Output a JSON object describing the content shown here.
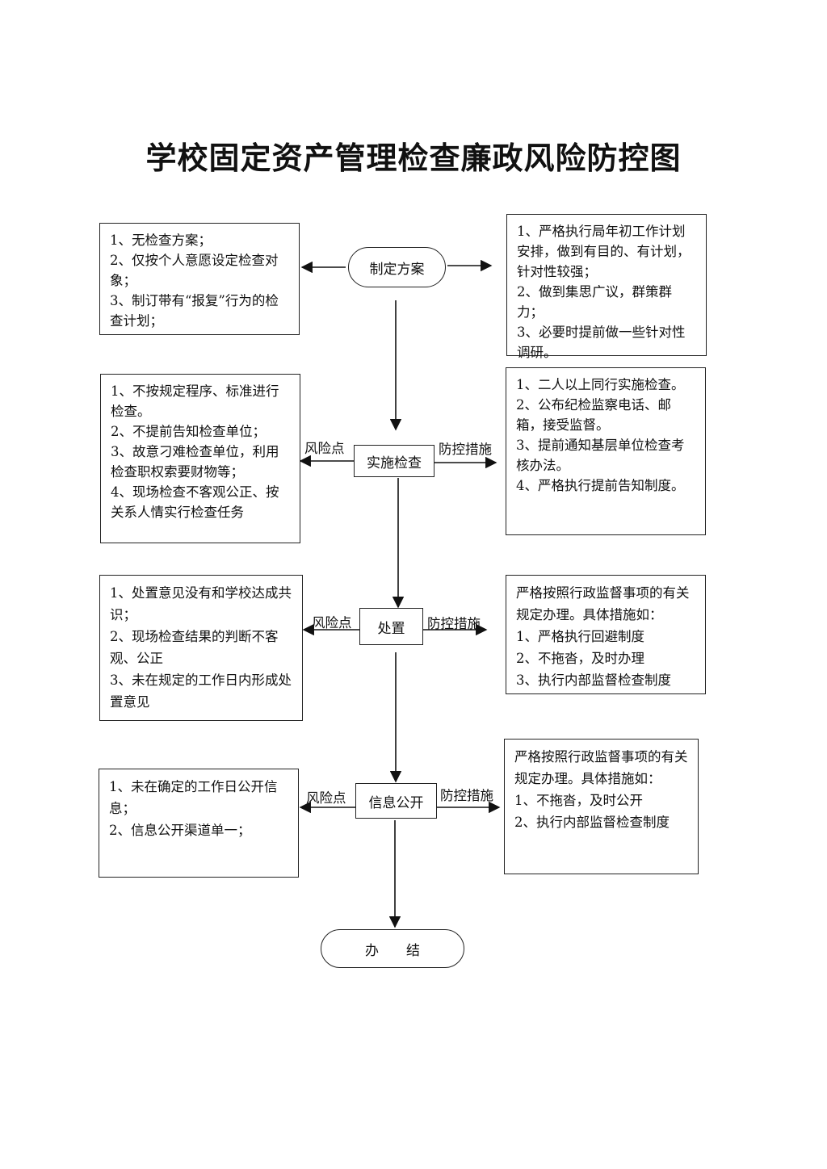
{
  "title": "学校固定资产管理检查廉政风险防控图",
  "steps": {
    "s1": "制定方案",
    "s2": "实施检查",
    "s3": "处置",
    "s4": "信息公开",
    "end": "办　　结"
  },
  "labels": {
    "risk": "风险点",
    "control": "防控措施"
  },
  "risks": {
    "s1": [
      "1、无检查方案；",
      "2、仅按个人意愿设定检查对象；",
      "3、制订带有“报复”行为的检查计划；"
    ],
    "s2": [
      "1、不按规定程序、标准进行检查。",
      "2、不提前告知检查单位；",
      "3、故意刁难检查单位，利用检查职权索要财物等；",
      "4、现场检查不客观公正、按关系人情实行检查任务"
    ],
    "s3": [
      "1、处置意见没有和学校达成共识；",
      "2、现场检查结果的判断不客观、公正",
      "3、未在规定的工作日内形成处置意见"
    ],
    "s4": [
      "1、未在确定的工作日公开信息；",
      "2、信息公开渠道单一；"
    ]
  },
  "controls": {
    "s1": [
      "1、严格执行局年初工作计划安排，做到有目的、有计划，针对性较强；",
      "2、做到集思广议，群策群力；",
      "3、必要时提前做一些针对性调研。"
    ],
    "s2": [
      "1、二人以上同行实施检查。",
      "2、公布纪检监察电话、邮箱，接受监督。",
      "3、提前通知基层单位检查考核办法。",
      "4、严格执行提前告知制度。"
    ],
    "s3": [
      "严格按照行政监督事项的有关规定办理。具体措施如：",
      "1、严格执行回避制度",
      "2、不拖沓，及时办理",
      "3、执行内部监督检查制度"
    ],
    "s4": [
      "严格按照行政监督事项的有关规定办理。具体措施如：",
      "1、不拖沓，及时公开",
      "2、执行内部监督检查制度"
    ]
  }
}
